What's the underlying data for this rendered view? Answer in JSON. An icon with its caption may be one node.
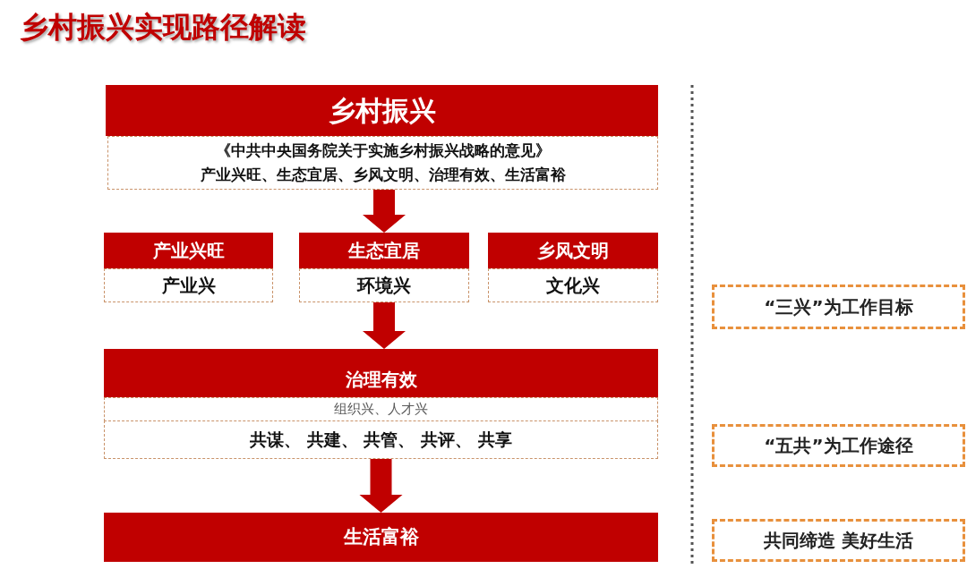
{
  "diagram": {
    "title": "乡村振兴实现路径解读",
    "nodes": [
      {
        "text": [
          "乡村振兴"
        ]
      },
      {
        "text": [
          "《中共中央国务院关于实施乡村振兴战略的意见》",
          "产业兴旺、生态宜居、乡风文明、治理有效、生活富裕"
        ]
      },
      {
        "text": [
          "产业兴旺"
        ]
      },
      {
        "text": [
          "产业兴"
        ]
      },
      {
        "text": [
          "生态宜居"
        ]
      },
      {
        "text": [
          "环境兴"
        ]
      },
      {
        "text": [
          "乡风文明"
        ]
      },
      {
        "text": [
          "文化兴"
        ]
      },
      {
        "text": [
          "治理有效"
        ]
      },
      {
        "text": [
          "组织兴、人才兴"
        ]
      },
      {
        "text": [
          "共谋、 共建、 共管、 共评、 共享"
        ]
      },
      {
        "text": [
          "生活富裕"
        ]
      },
      {
        "text": [
          "“三兴”为工作目标"
        ]
      },
      {
        "text": [
          "“五共”为工作途径"
        ]
      },
      {
        "text": [
          "共同缔造 美好生活"
        ]
      }
    ],
    "edges": [
      {
        "from": 1,
        "to": 4,
        "arrow": "to"
      },
      {
        "from": 5,
        "to": 8,
        "arrow": "to"
      },
      {
        "from": 10,
        "to": 11,
        "arrow": "to"
      }
    ]
  }
}
